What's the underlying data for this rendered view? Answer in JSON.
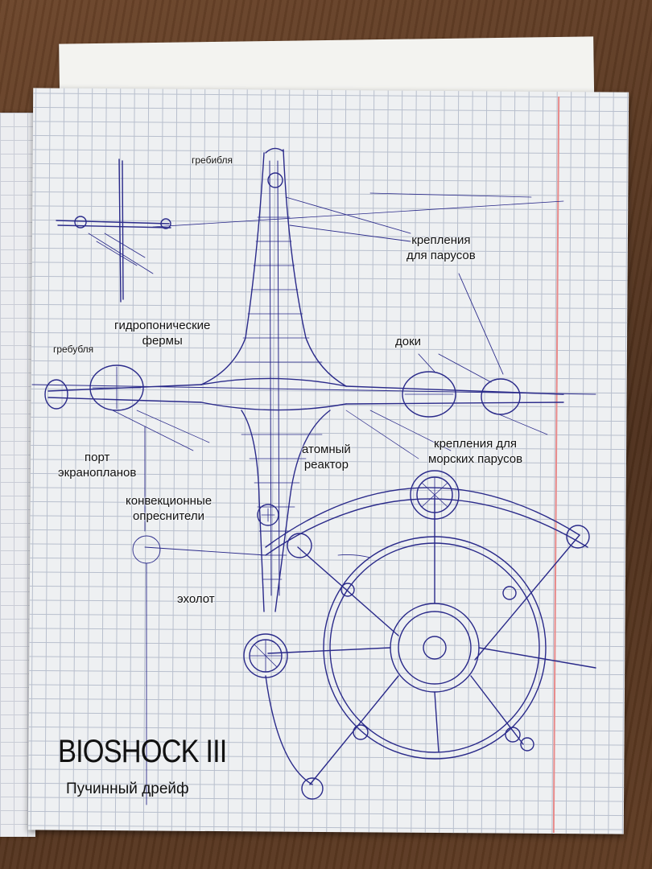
{
  "labels": {
    "top_rake": "гребибля",
    "sail_mounts": "крепления\nдля парусов",
    "hydroponic": "гидропонические\nфермы",
    "left_rake": "гребубля",
    "docks": "доки",
    "ekranoplan_port": "порт\nэкранопланов",
    "reactor": "атомный\nреактор",
    "sea_sail_mounts": "крепления для\nморских парусов",
    "desalinators": "конвекционные\nопреснители",
    "sonar": "эхолот"
  },
  "title": "BIOSHOCK III",
  "subtitle": "Пучинный дрейф",
  "colors": {
    "ink": "#2a2a8a",
    "paper": "#eef0f2",
    "grid": "#b8bfcd",
    "margin": "#e88a8a"
  }
}
